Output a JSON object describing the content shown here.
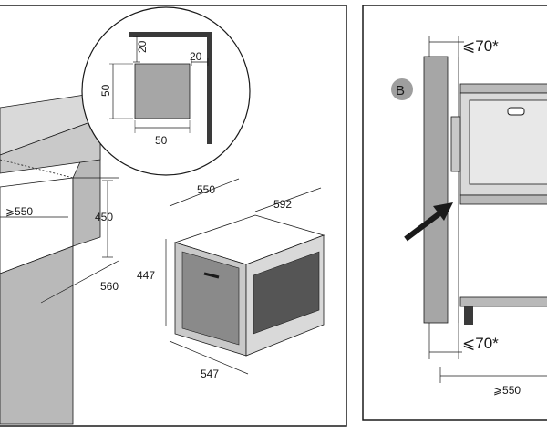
{
  "left_panel": {
    "detail": {
      "vertical_gap": "20",
      "side_gap": "20",
      "height": "50",
      "width": "50"
    },
    "cavity": {
      "depth_min": "⩾550",
      "height": "450",
      "depth": "560"
    },
    "oven": {
      "depth": "550",
      "width": "592",
      "height": "447",
      "front_width": "547"
    }
  },
  "right_panel": {
    "marker_label": "B",
    "top_gap": "⩽70*",
    "bottom_gap": "⩽70*",
    "depth_min": "⩾550"
  },
  "colors": {
    "line": "#1a1a1a",
    "cabinet_gray": "#b9b9b9",
    "panel_gray": "#a6a6a6",
    "light_gray": "#d9d9d9",
    "marker_bg": "#9e9e9e"
  }
}
